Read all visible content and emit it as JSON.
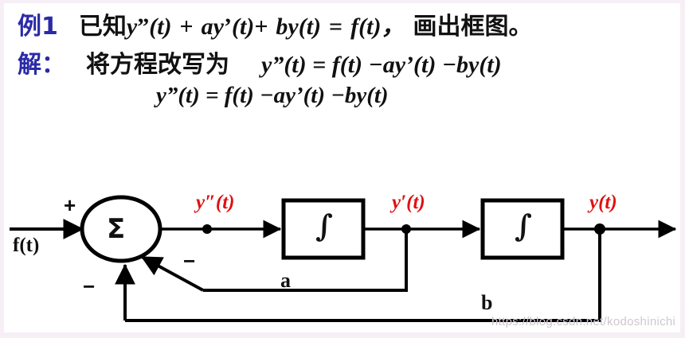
{
  "slide": {
    "background_color": "#ffffff",
    "heading_color": "#2a2aa8",
    "signal_label_color": "#e01010",
    "line_color": "#000000"
  },
  "text": {
    "example_tag": "例1",
    "line1_prefix": "已知",
    "line1_eq_a": "y",
    "line1_eq_primes": "”",
    "line1_eq_t1": "(t)",
    "line1_plus1": "+",
    "line1_eq_a2": "ay",
    "line1_prime2": "’",
    "line1_t2": "(t)+",
    "line1_eq_b": "by",
    "line1_t3": "(t)",
    "line1_equals": "=",
    "line1_f": "f",
    "line1_t4": "(t)，",
    "line1_suffix": "画出框图。",
    "solution_tag": "解：",
    "line2_prefix": "将方程改写为",
    "equation": "y”(t) = f(t) −ay’(t) −by(t)",
    "equation_repeat": "y”(t) = f(t) −ay’(t) −by(t)"
  },
  "diagram": {
    "type": "block-diagram",
    "input_label": "f(t)",
    "input_sign": "+",
    "summer_symbol": "Σ",
    "summer_sign_bottom": "−",
    "summer_sign_right": "−",
    "node1_label": "y″(t)",
    "node2_label": "y′(t)",
    "node3_label": "y(t)",
    "integrator1_symbol": "∫",
    "integrator2_symbol": "∫",
    "feedback_gain_a": "a",
    "feedback_gain_b": "b"
  },
  "watermark": {
    "text": "https://blog.csdn.net/kodoshinichi"
  }
}
